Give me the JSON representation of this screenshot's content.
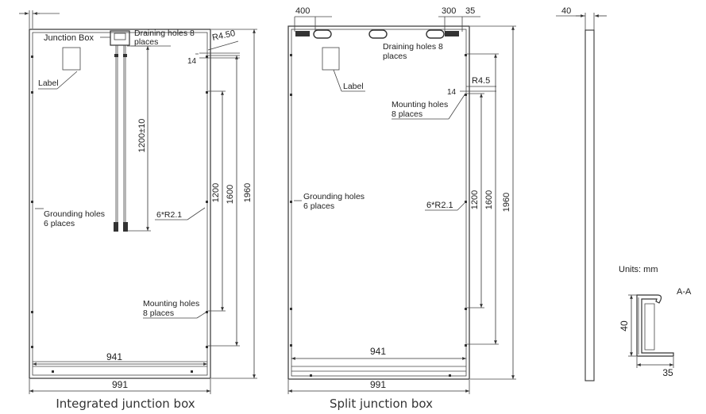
{
  "left_panel": {
    "caption": "Integrated junction box",
    "junction_box_label": "Junction Box",
    "draining_holes_label_1": "Draining holes 8",
    "draining_holes_label_2": "places",
    "label_callout": "Label",
    "r450": "R4.50",
    "dim_14": "14",
    "dim_1200pm10": "1200±10",
    "dim_6r21": "6*R2.1",
    "dim_1200": "1200",
    "dim_1600": "1600",
    "dim_1960": "1960",
    "grounding_1": "Grounding holes",
    "grounding_2": "6 places",
    "mounting_1": "Mounting holes",
    "mounting_2": "8 places",
    "dim_941": "941",
    "dim_991": "991"
  },
  "middle_panel": {
    "caption": "Split junction box",
    "dim_400": "400",
    "dim_300": "300",
    "dim_35": "35",
    "draining_1": "Draining holes 8",
    "draining_2": "places",
    "label_callout": "Label",
    "r45": "R4.5",
    "dim_14": "14",
    "mounting_1": "Mounting holes",
    "mounting_2": "8 places",
    "grounding_1": "Grounding holes",
    "grounding_2": "6 places",
    "dim_6r21": "6*R2.1",
    "dim_1200": "1200",
    "dim_1600": "1600",
    "dim_1960": "1960",
    "dim_941": "941",
    "dim_991": "991"
  },
  "right_panel": {
    "dim_40_top": "40",
    "units": "Units: mm",
    "section": "A-A",
    "dim_40": "40",
    "dim_35": "35"
  },
  "colors": {
    "line": "#333333",
    "text": "#222222"
  }
}
